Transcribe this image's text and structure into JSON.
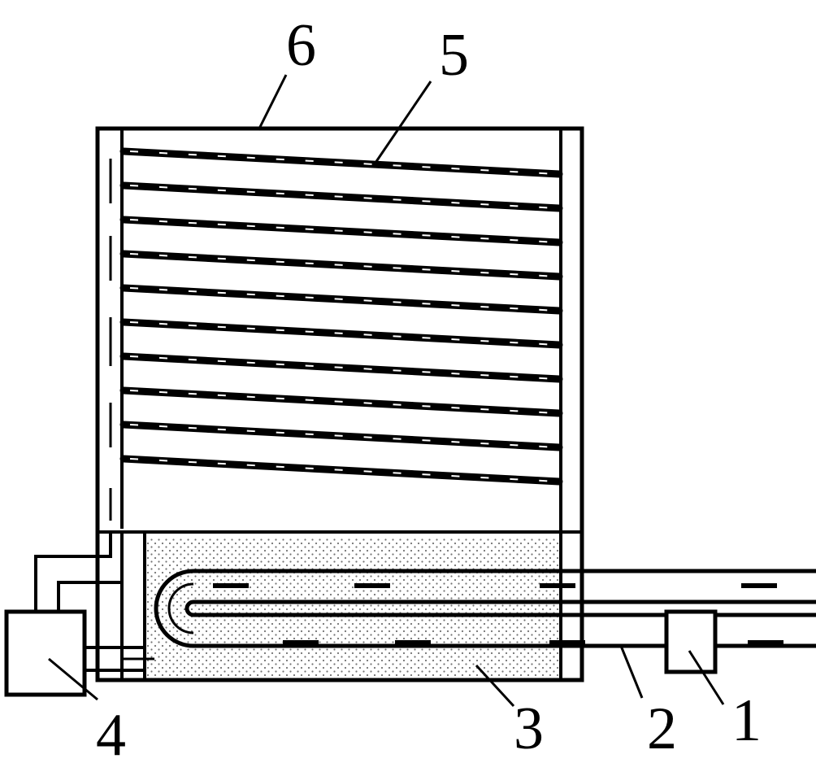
{
  "labels": {
    "n1": "1",
    "n2": "2",
    "n3": "3",
    "n4": "4",
    "n5": "5",
    "n6": "6"
  },
  "colors": {
    "line": "#000000",
    "background": "#ffffff",
    "fill_dots": "#000000"
  }
}
